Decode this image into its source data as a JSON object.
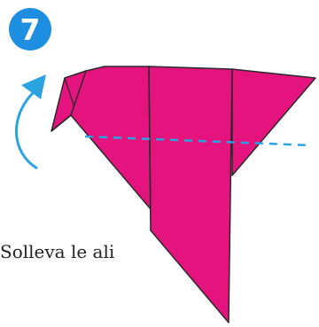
{
  "step": {
    "number": "7"
  },
  "instruction": {
    "text": "Solleva le ali"
  },
  "colors": {
    "badge": "#1e8fe0",
    "paper": "#e5137e",
    "paper_outline": "#2a2a2a",
    "arrow": "#2aa3e0",
    "fold_line": "#2aa3e0"
  },
  "icons": {
    "lift_arrow": "curved-arrow-up-icon",
    "fold_guide": "dashed-fold-line"
  }
}
